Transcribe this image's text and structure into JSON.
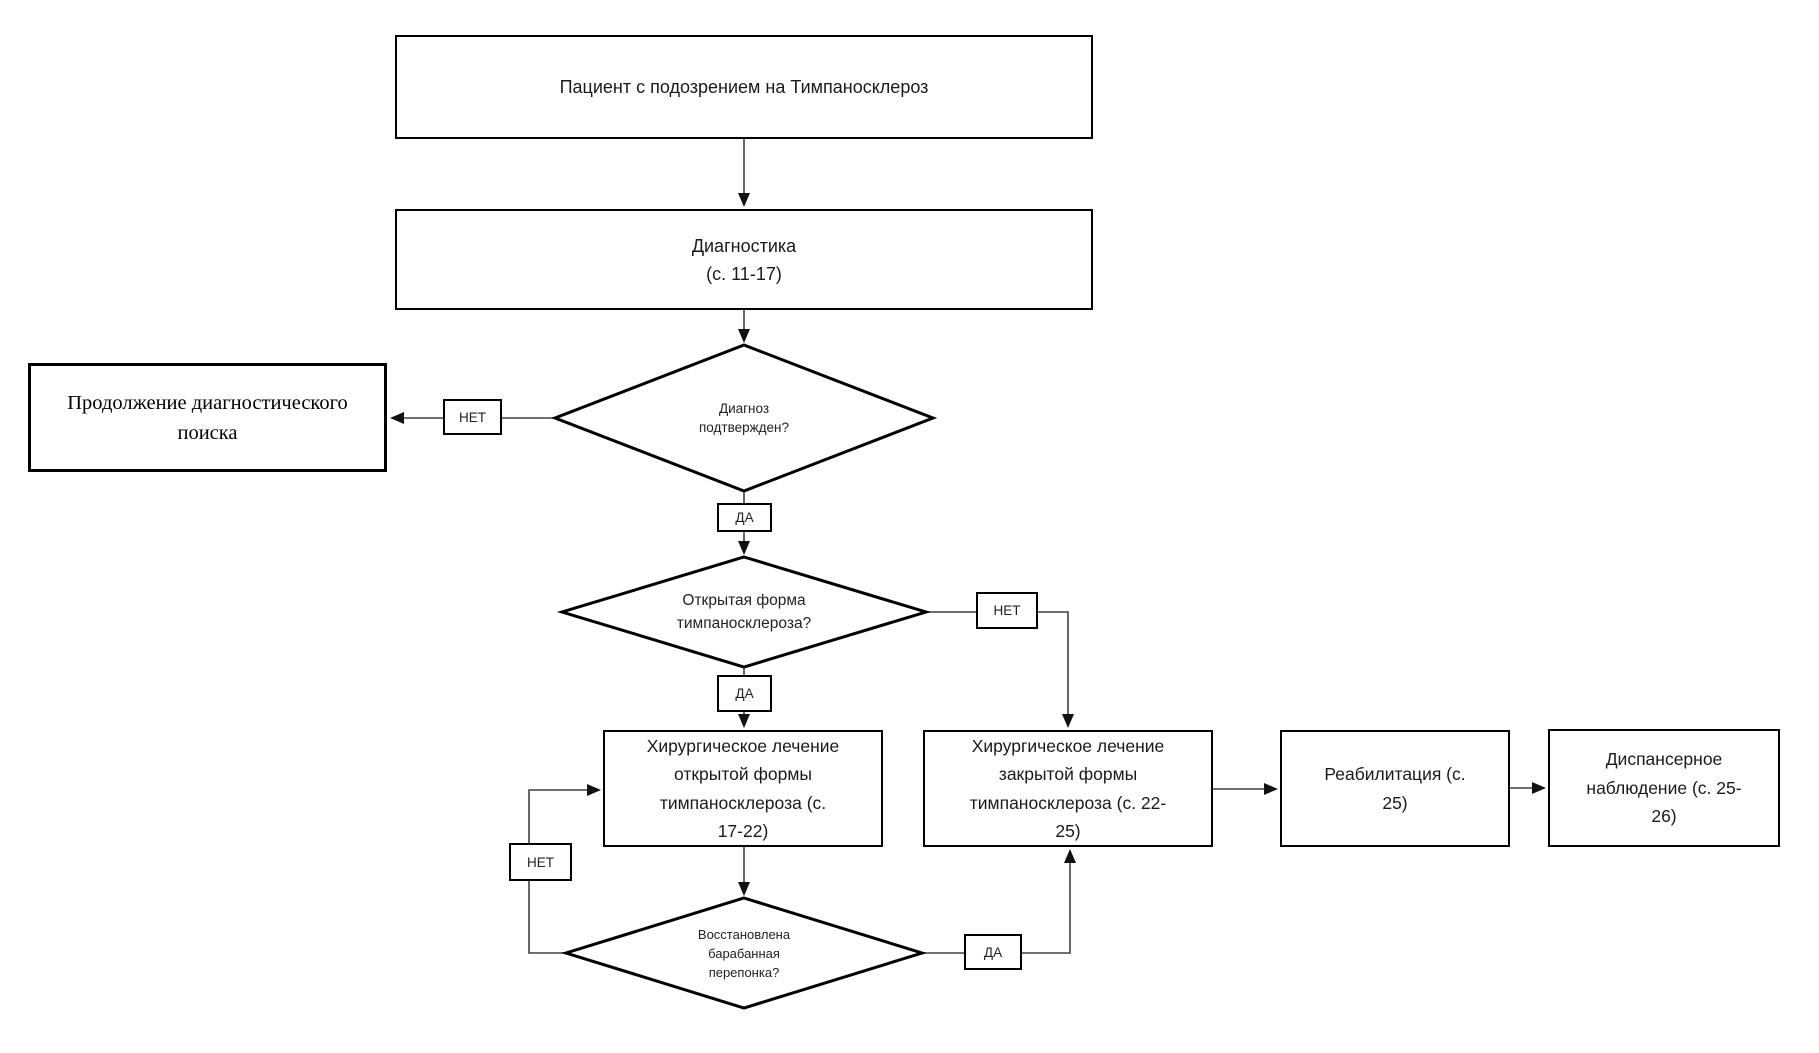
{
  "colors": {
    "background": "#ffffff",
    "shape_border": "#000000",
    "shape_fill": "#ffffff",
    "connector": "#404040"
  },
  "nodes": {
    "patient": {
      "label": "Пациент с подозрением на Тимпаносклероз"
    },
    "diagnostics": {
      "label": "Диагностика\n(с. 11-17)"
    },
    "continue_search": {
      "label": "Продолжение диагностического\nпоиска"
    },
    "open_surgery": {
      "label": "Хирургическое лечение\nоткрытой формы\nтимпаносклероза  (с.\n17-22)"
    },
    "closed_surgery": {
      "label": "Хирургическое лечение\nзакрытой формы\nтимпаносклероза (с. 22-\n25)"
    },
    "rehab": {
      "label": "Реабилитация (с.\n25)"
    },
    "dispensary": {
      "label": "Диспансерное\nнаблюдение (с. 25-\n26)"
    }
  },
  "decisions": {
    "diagnosis_confirmed": {
      "label": "Диагноз\nподтвержден?"
    },
    "open_form": {
      "label": "Открытая форма\nтимпаносклероза?"
    },
    "membrane_restored": {
      "label": "Восстановлена\nбарабанная\nперепонка?"
    }
  },
  "edge_labels": {
    "yes": "ДА",
    "no": "НЕТ"
  }
}
